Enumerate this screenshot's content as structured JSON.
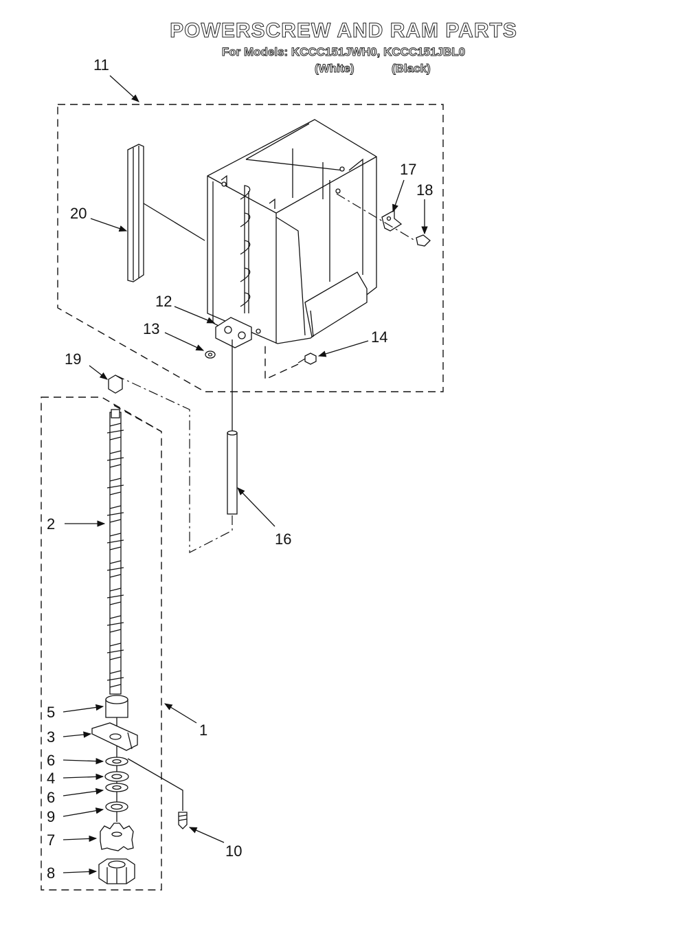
{
  "header": {
    "title": "POWERSCREW AND RAM PARTS",
    "subtitle": "For Models: KCCC151JWH0, KCCC151JBL0",
    "variant_white": "(White)",
    "variant_black": "(Black)"
  },
  "callouts": {
    "c1": "1",
    "c2": "2",
    "c3": "3",
    "c4": "4",
    "c5": "5",
    "c6a": "6",
    "c6b": "6",
    "c7": "7",
    "c8": "8",
    "c9": "9",
    "c10": "10",
    "c11": "11",
    "c12": "12",
    "c13": "13",
    "c14": "14",
    "c16": "16",
    "c17": "17",
    "c18": "18",
    "c19": "19",
    "c20": "20"
  }
}
